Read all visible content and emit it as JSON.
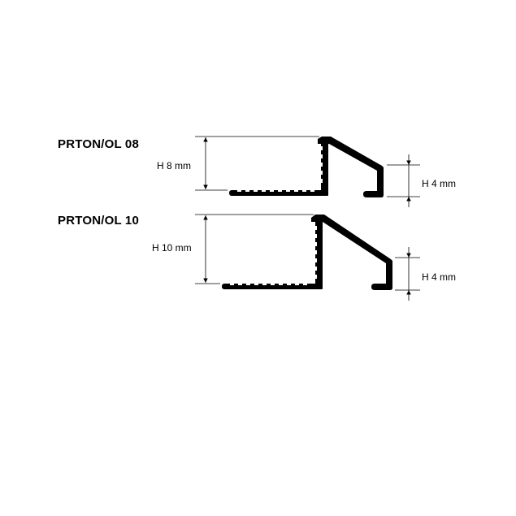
{
  "profiles": [
    {
      "name": "PRTON/OL 08",
      "height_label": "H 8 mm",
      "nose_height_label": "H 4 mm"
    },
    {
      "name": "PRTON/OL 10",
      "height_label": "H 10 mm",
      "nose_height_label": "H 4 mm"
    }
  ],
  "colors": {
    "profile": "#000000",
    "dimension_line": "#000000",
    "background": "#ffffff"
  }
}
